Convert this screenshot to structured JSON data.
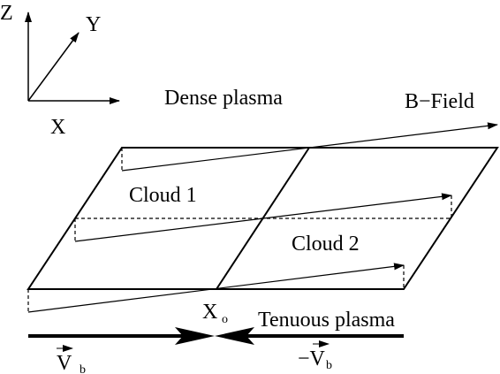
{
  "axes": {
    "x": "X",
    "y": "Y",
    "z": "Z"
  },
  "labels": {
    "dense": "Dense plasma",
    "bfield": "B−Field",
    "cloud1": "Cloud 1",
    "cloud2": "Cloud 2",
    "tenuous": "Tenuous plasma",
    "x0_main": "X",
    "x0_sub": "o",
    "vb_left_main": "V",
    "vb_left_sub": "b",
    "vb_right_main": "−V",
    "vb_right_sub": "b"
  },
  "colors": {
    "ink": "#000000",
    "background": "#ffffff"
  }
}
